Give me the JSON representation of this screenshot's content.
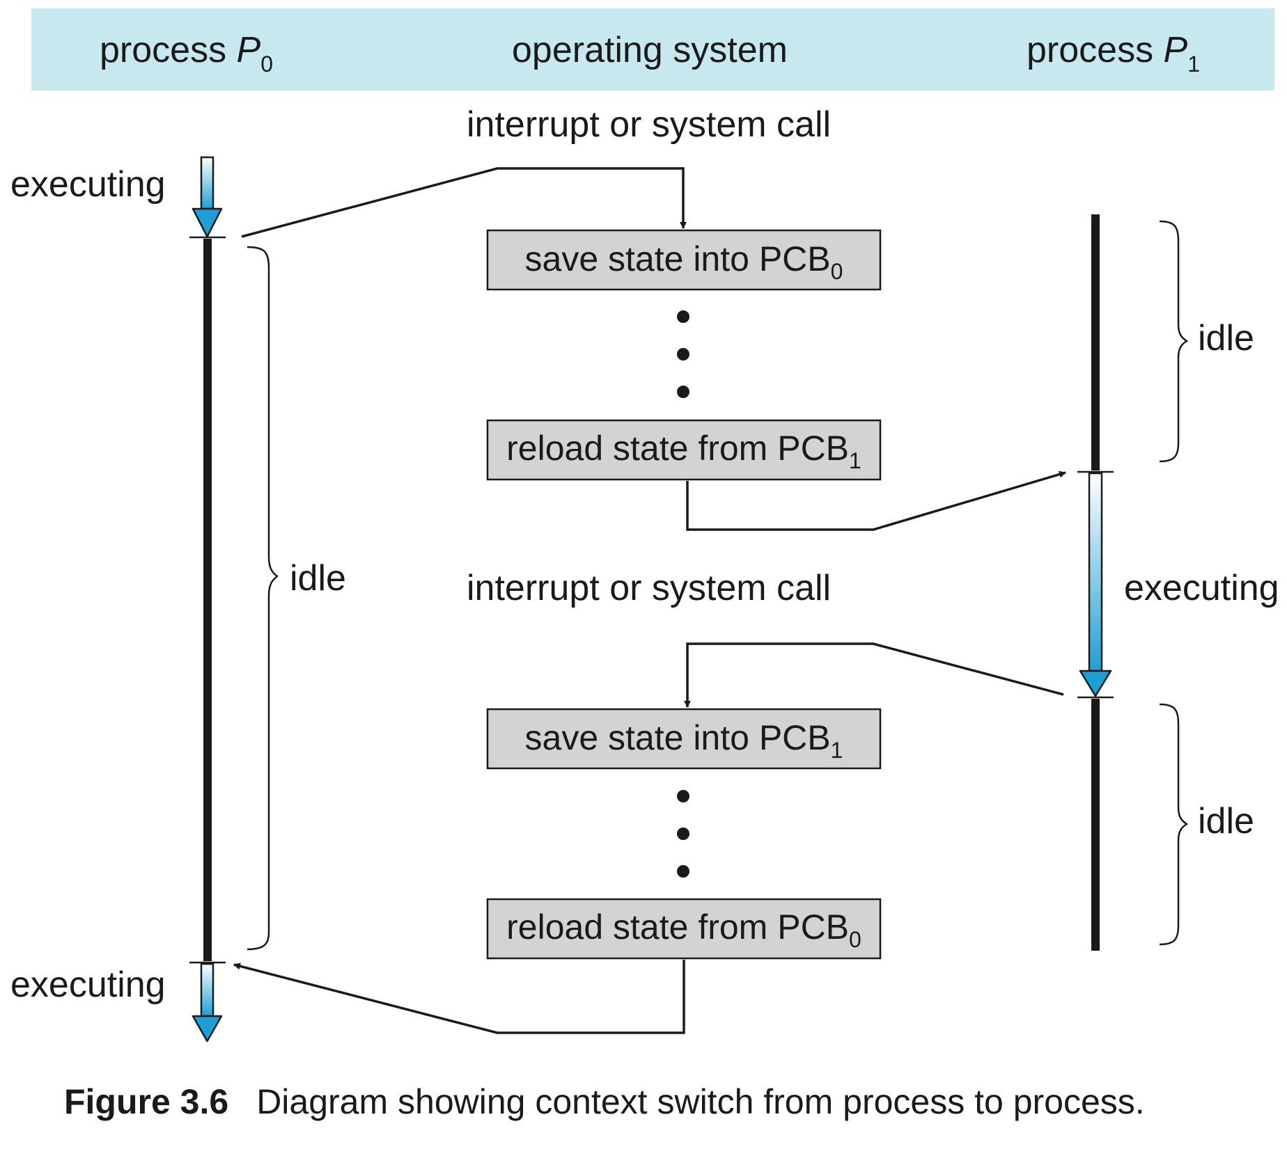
{
  "header": {
    "left": {
      "text": "process ",
      "italic": "P",
      "sub": "0"
    },
    "center": {
      "text": "operating system"
    },
    "right": {
      "text": "process ",
      "italic": "P",
      "sub": "1"
    }
  },
  "colors": {
    "header_band": "#c8e8f0",
    "box_fill": "#d3d3d3",
    "arrow_blue": "#1ea0d6",
    "line": "#1a1a1a"
  },
  "labels": {
    "interrupt_top": "interrupt or system call",
    "interrupt_mid": "interrupt or system call",
    "p0_executing_top": "executing",
    "p0_idle": "idle",
    "p0_executing_bottom": "executing",
    "p1_idle_top": "idle",
    "p1_executing": "executing",
    "p1_idle_bottom": "idle"
  },
  "boxes": [
    {
      "text": "save state into PCB",
      "sub": "0"
    },
    {
      "text": "reload state from PCB",
      "sub": "1"
    },
    {
      "text": "save state into PCB",
      "sub": "1"
    },
    {
      "text": "reload state from PCB",
      "sub": "0"
    }
  ],
  "caption": {
    "label": "Figure 3.6",
    "text": "Diagram showing context switch from process to process."
  }
}
